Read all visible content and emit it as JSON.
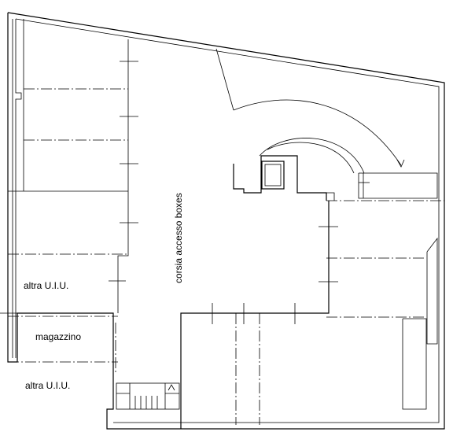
{
  "labels": {
    "driveway": "corsia accesso boxes",
    "unit_upper": "altra U.I.U.",
    "storage": "magazzino",
    "unit_lower": "altra U.I.U."
  }
}
